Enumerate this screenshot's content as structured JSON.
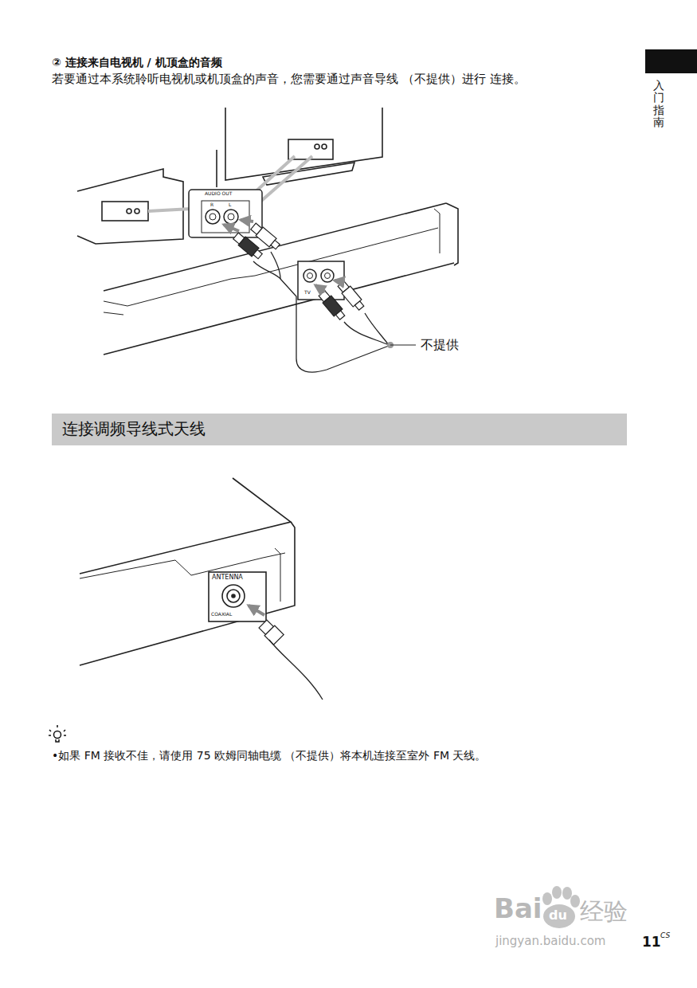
{
  "diagram": {
    "title": "② 连接来自电视机 / 机顶盒的音频",
    "nodes": [
      {
        "text": [
          "连接调频导线式天线"
        ]
      }
    ],
    "labels": [
      "若要通过本系统聆听电视机或机顶盒的声音，您需要通过声音导线 （不提供）进行 连接。",
      "AUDIO OUT",
      "R",
      "L",
      "TV",
      "不提供",
      "ANTENNA",
      "COAXIAL",
      "•如果 FM 接收不佳，请使用 75 欧姆同轴电缆 （不提供）将本机连接至室外 FM 天线。",
      "入门指南",
      "11",
      "CS",
      "Bai",
      "du",
      "经验",
      "jingyan.baidu.com"
    ]
  }
}
